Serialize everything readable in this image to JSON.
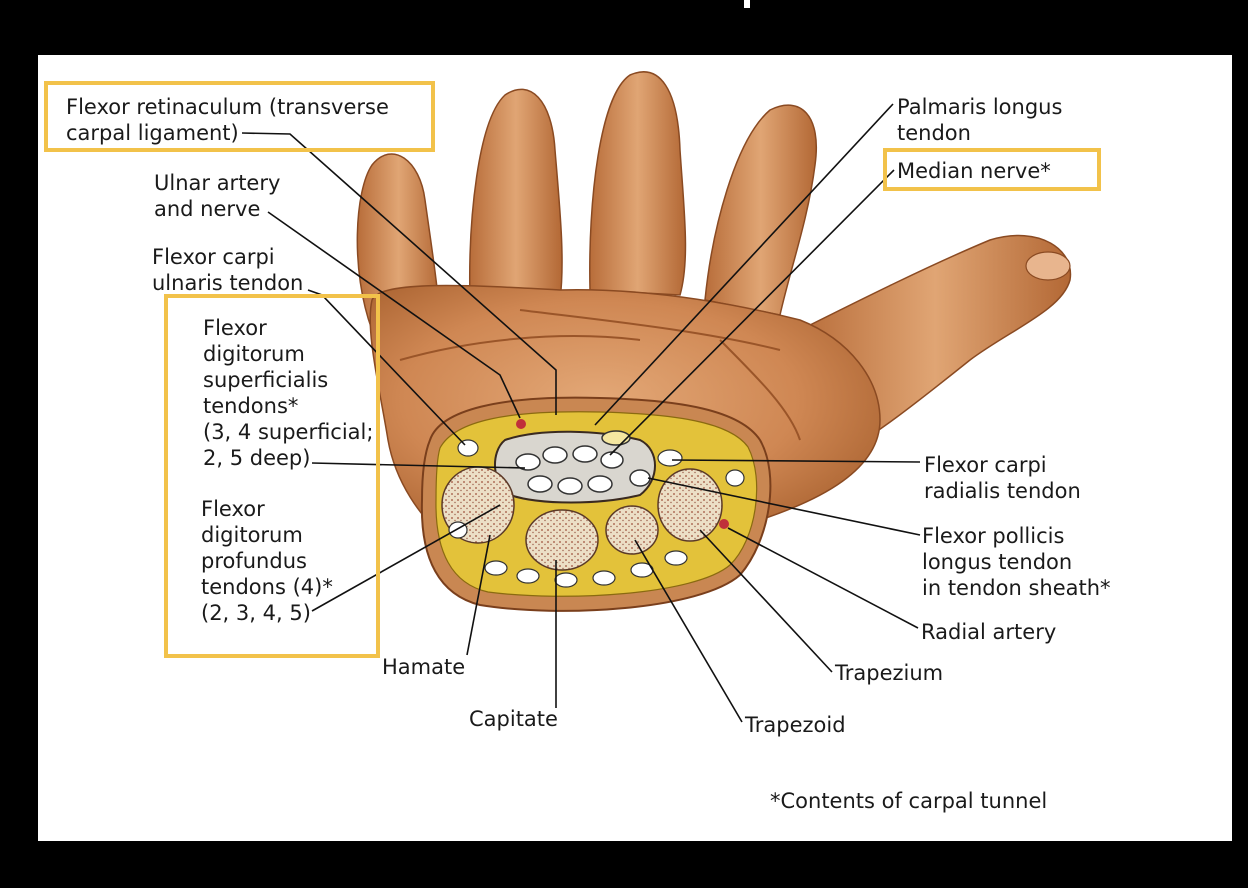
{
  "diagram": {
    "labels": {
      "flexor_retinaculum": "Flexor retinaculum (transverse\ncarpal ligament)",
      "ulnar_artery_nerve": "Ulnar artery\nand nerve",
      "flexor_carpi_ulnaris": "Flexor carpi\nulnaris tendon",
      "fds_tendons": "Flexor\ndigitorum\nsuperficialis\ntendons*\n(3, 4 superficial;\n2, 5 deep)",
      "fdp_tendons": "Flexor\ndigitorum\nprofundus\ntendons (4)*\n(2, 3, 4, 5)",
      "palmaris_longus": "Palmaris longus\ntendon",
      "median_nerve": "Median nerve*",
      "flexor_carpi_radialis": "Flexor carpi\nradialis tendon",
      "flexor_pollicis_longus": "Flexor pollicis\nlongus tendon\nin tendon sheath*",
      "radial_artery": "Radial artery",
      "trapezium": "Trapezium",
      "trapezoid": "Trapezoid",
      "capitate": "Capitate",
      "hamate": "Hamate"
    },
    "footnote": "*Contents of carpal tunnel",
    "colors": {
      "highlight_box": "#f2c24a",
      "background": "#ffffff",
      "frame": "#000000",
      "skin": "#d08a55",
      "fat": "#e6c63a",
      "bone": "#e9dcc4"
    }
  }
}
